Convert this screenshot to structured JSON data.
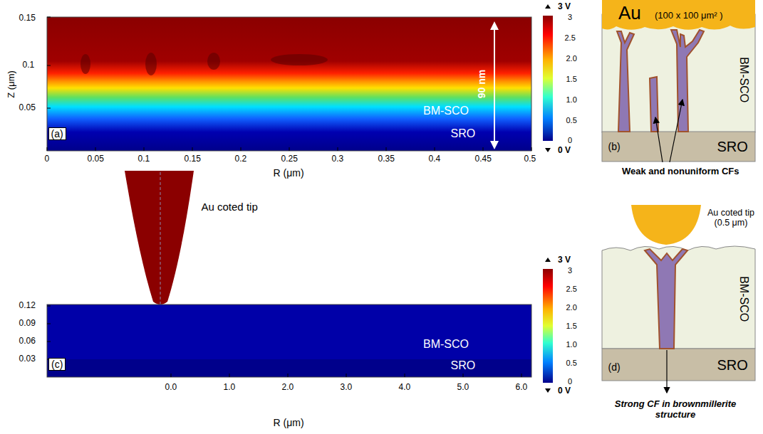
{
  "diagram": {
    "nodes": [
      {
        "text": [
          "Au",
          "(100 x 100 μm² )"
        ]
      },
      {
        "text": [
          "BM-SCO"
        ]
      },
      {
        "text": [
          "SRO"
        ]
      },
      {
        "text": [
          "BM-SCO"
        ]
      },
      {
        "text": [
          "SRO"
        ]
      }
    ],
    "labels": [
      "0.15",
      "0.1",
      "0.05",
      "Z (μm)",
      "0",
      "0.05",
      "0.1",
      "0.15",
      "0.2",
      "0.25",
      "0.3",
      "0.35",
      "0.4",
      "0.45",
      "0.5",
      "R (μm)",
      "90 nm",
      "BM-SCO",
      "SRO",
      "(a)",
      "3 V",
      "3",
      "2.5",
      "2.0",
      "1.5",
      "1.0",
      "0.5",
      "0",
      "0 V",
      "(b)",
      "Weak and nonuniform CFs",
      "Au coted tip",
      "0.12",
      "0.09",
      "0.06",
      "0.03",
      "0.0",
      "1.0",
      "2.0",
      "3.0",
      "4.0",
      "5.0",
      "6.0",
      "R (μm)",
      "BM-SCO",
      "SRO",
      "(c)",
      "3 V",
      "3",
      "2.5",
      "2.0",
      "1.5",
      "1.0",
      "0.5",
      "0",
      "0 V",
      "Au coted tip (0.5 μm)",
      "(d)",
      "Strong CF in brownmillerite structure"
    ]
  }
}
